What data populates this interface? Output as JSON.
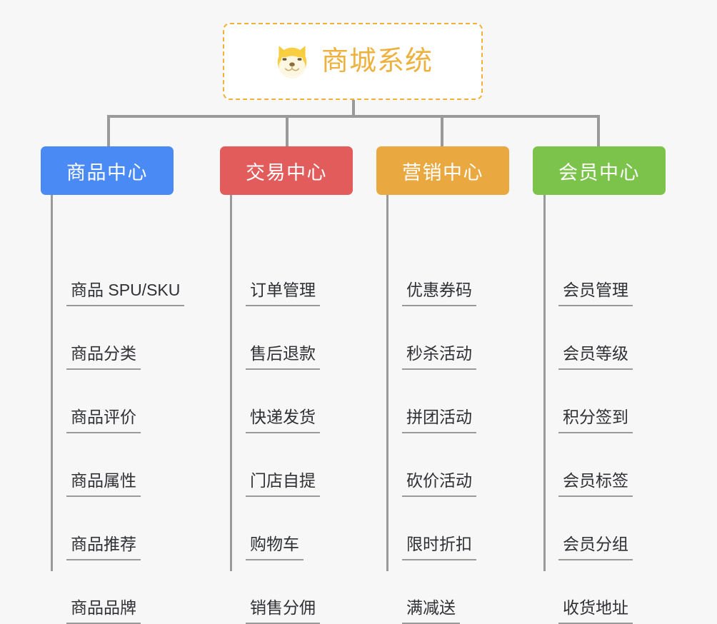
{
  "page": {
    "background_color": "#f7f7f7",
    "connector_color": "#9a9a9a"
  },
  "root": {
    "icon": "shiba-dog-face-emoji",
    "title": "商城系统",
    "text_color": "#efb13d",
    "border_color": "#f0b13c",
    "background_color": "#ffffff"
  },
  "columns": [
    {
      "id": "product-center",
      "header": "商品中心",
      "color": "#4a8af4",
      "items": [
        "商品 SPU/SKU",
        "商品分类",
        "商品评价",
        "商品属性",
        "商品推荐",
        "商品品牌"
      ]
    },
    {
      "id": "trade-center",
      "header": "交易中心",
      "color": "#e35c5c",
      "items": [
        "订单管理",
        "售后退款",
        "快递发货",
        "门店自提",
        "购物车",
        "销售分佣"
      ]
    },
    {
      "id": "marketing-center",
      "header": "营销中心",
      "color": "#eaa940",
      "items": [
        "优惠券码",
        "秒杀活动",
        "拼团活动",
        "砍价活动",
        "限时折扣",
        "满减送"
      ]
    },
    {
      "id": "member-center",
      "header": "会员中心",
      "color": "#7cc34b",
      "items": [
        "会员管理",
        "会员等级",
        "积分签到",
        "会员标签",
        "会员分组",
        "收货地址"
      ]
    }
  ]
}
